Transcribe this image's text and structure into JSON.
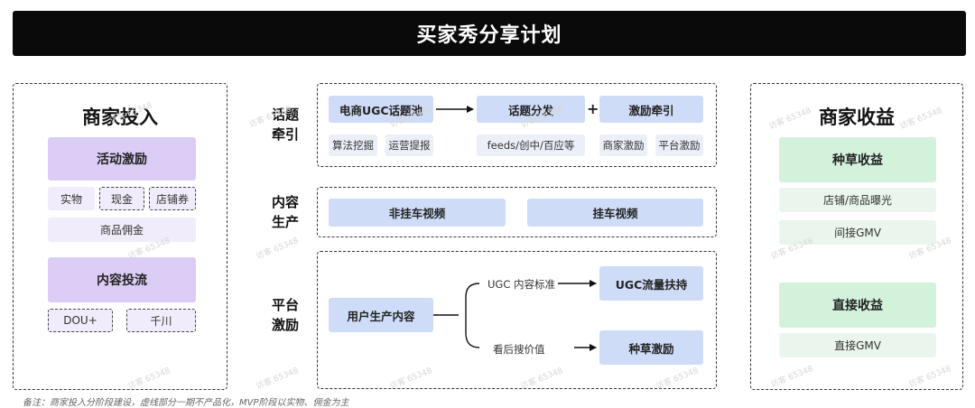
{
  "header": {
    "title": "买家秀分享计划"
  },
  "merchant_input": {
    "title": "商家投入",
    "activity_incentive": {
      "title": "活动激励",
      "items": [
        "实物",
        "现金",
        "店铺券"
      ],
      "commission": "商品佣金"
    },
    "content_traffic": {
      "title": "内容投流",
      "items": [
        "DOU+",
        "千川"
      ]
    }
  },
  "middle": {
    "rows": [
      {
        "label": "话题\n牵引"
      },
      {
        "label": "内容\n生产"
      },
      {
        "label": "平台\n激励"
      }
    ],
    "topic": {
      "pool": "电商UGC话题池",
      "distribution": "话题分发",
      "plus": "+",
      "incentive": "激励牵引",
      "pool_subs": [
        "算法挖掘",
        "运营提报"
      ],
      "distribution_sub": "feeds/创中/百应等",
      "incentive_subs": [
        "商家激励",
        "平台激励"
      ]
    },
    "content": {
      "items": [
        "非挂车视频",
        "挂车视频"
      ]
    },
    "platform": {
      "source": "用户生产内容",
      "branch_top_label": "UGC 内容标准",
      "branch_top_target": "UGC流量扶持",
      "branch_bottom_label": "看后搜价值",
      "branch_bottom_target": "种草激励"
    }
  },
  "merchant_benefit": {
    "title": "商家收益",
    "seeding": {
      "title": "种草收益",
      "items": [
        "店铺/商品曝光",
        "间接GMV"
      ]
    },
    "direct": {
      "title": "直接收益",
      "items": [
        "直接GMV"
      ]
    }
  },
  "footnote": "备注：商家投入分阶段建设，虚线部分一期不产品化，MVP阶段以实物、佣金为主",
  "watermark": "访客 65348"
}
